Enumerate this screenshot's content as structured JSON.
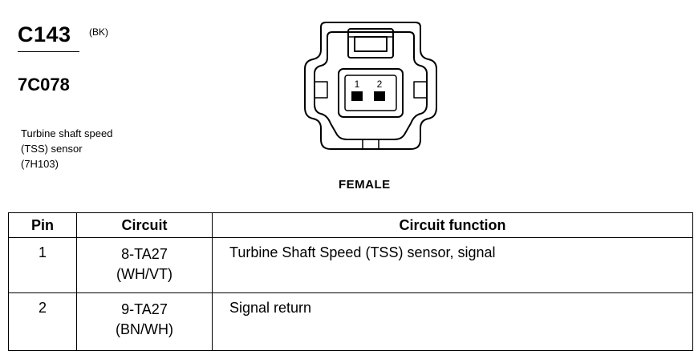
{
  "connector": {
    "id": "C143",
    "color": "(BK)",
    "part_number": "7C078",
    "description_lines": [
      "Turbine shaft speed",
      "(TSS) sensor",
      "(7H103)"
    ],
    "pin_labels": [
      "1",
      "2"
    ],
    "gender": "FEMALE"
  },
  "table": {
    "headers": [
      "Pin",
      "Circuit",
      "Circuit function"
    ],
    "rows": [
      {
        "pin": "1",
        "circuit": "8-TA27",
        "circuit_color": "(WH/VT)",
        "function": "Turbine Shaft Speed (TSS) sensor, signal"
      },
      {
        "pin": "2",
        "circuit": "9-TA27",
        "circuit_color": "(BN/WH)",
        "function": "Signal return"
      }
    ]
  }
}
